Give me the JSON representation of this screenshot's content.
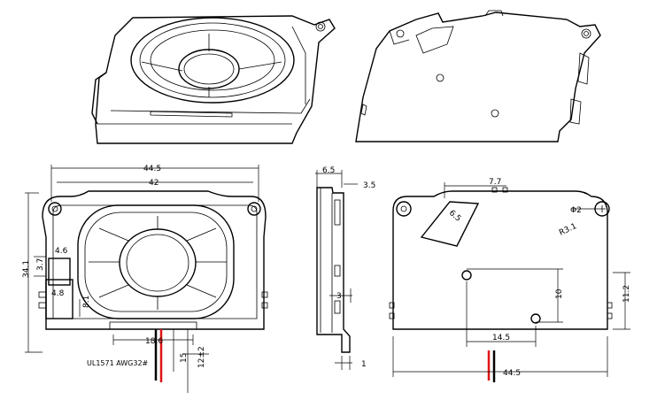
{
  "dimensions": {
    "top_width_total": "44.5",
    "top_width_holes": "42",
    "top_height_total": "34.1",
    "left_offset_1": "4.6",
    "left_offset_2": "3.7",
    "left_block_w": "4.8",
    "left_block_h": "8.1",
    "bottom_slot_width": "18.6",
    "wire_len_1": "15",
    "wire_len_2": "12±2",
    "side_width": "6.5",
    "side_offset": "3.5",
    "side_small": "3",
    "side_bottom": "1",
    "back_top_offset": "7.7",
    "back_angle_len": "6.5",
    "back_hole_dia": "Φ2",
    "back_radius": "R3.1",
    "back_spacing_h": "14.5",
    "back_spacing_v": "10",
    "back_height": "11.2",
    "back_width_total": "44.5"
  },
  "notes": {
    "wire_spec": "UL1571  AWG32#"
  },
  "colors": {
    "wire_red": "#e01414",
    "wire_black": "#000000"
  }
}
